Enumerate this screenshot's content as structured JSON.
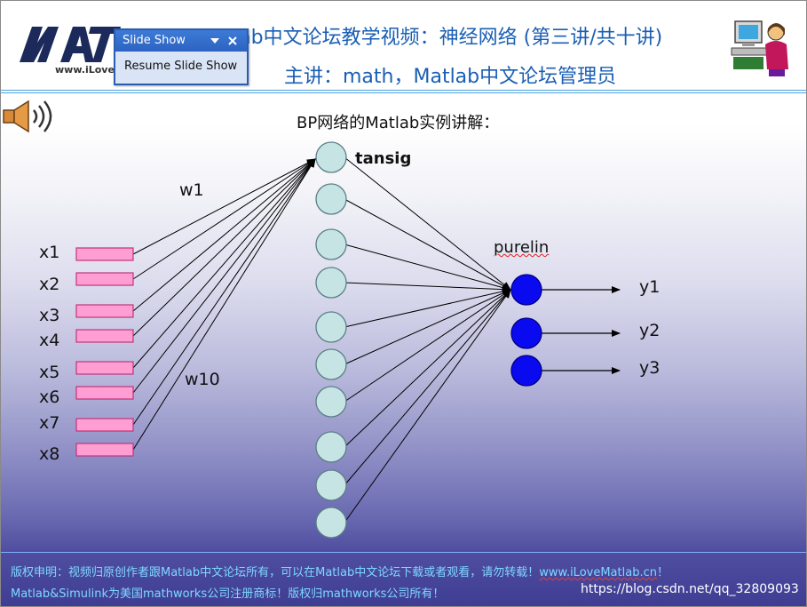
{
  "header": {
    "title": "Matlab中文论坛教学视频：神经网络 (第三讲/共十讲)",
    "subtitle": "主讲：math，Matlab中文论坛管理员",
    "logo_text": "MATLAB",
    "logo_url": "www.iLoveMatlab.cn"
  },
  "slideshow_toolbar": {
    "title": "Slide Show",
    "resume_label": "Resume Slide Show"
  },
  "diagram": {
    "title": "BP网络的Matlab实例讲解：",
    "weight_first_label": "w1",
    "weight_last_label": "w10",
    "hidden_transfer_label": "tansig",
    "output_transfer_label": "purelin",
    "inputs": [
      "x1",
      "x2",
      "x3",
      "x4",
      "x5",
      "x6",
      "x7",
      "x8"
    ],
    "outputs": [
      "y1",
      "y2",
      "y3"
    ],
    "hidden_neuron_count": 10,
    "colors": {
      "input_fill": "#ff9ed2",
      "input_stroke": "#c0357a",
      "hidden_fill": "#c7e4e4",
      "hidden_stroke": "#5b7f86",
      "output_fill": "#0a0af0",
      "output_stroke": "#000080"
    }
  },
  "footer": {
    "copyright_prefix": "版权申明：视频归原创作者跟Matlab中文论坛所有，可以在Matlab中文论坛下载或者观看，请勿转载！",
    "copyright_link": "www.iLoveMatlab.cn",
    "copyright_suffix": "！",
    "trademark": "Matlab&Simulink为美国mathworks公司注册商标！版权归mathworks公司所有！",
    "watermark": "https://blog.csdn.net/qq_32809093"
  }
}
